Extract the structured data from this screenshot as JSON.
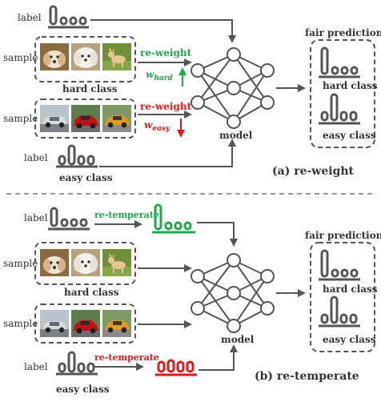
{
  "panel_a": {
    "label_top": "label",
    "sample_top": "sample",
    "hard_class": "hard class",
    "sample_bottom": "sample",
    "label_bottom": "label",
    "easy_class": "easy class",
    "reweight_top": "re-weight",
    "w_hard": "w",
    "w_hard_sub": "hard",
    "reweight_bottom": "re-weight",
    "w_easy": "w",
    "w_easy_sub": "easy",
    "model": "model",
    "fair_prediction": "fair prediction",
    "pred_hard": "hard class",
    "pred_easy": "easy class",
    "caption": "(a) re-weight"
  },
  "panel_b": {
    "label_top": "label",
    "sample_top": "sample",
    "hard_class": "hard class",
    "sample_bottom": "sample",
    "label_bottom": "label",
    "easy_class": "easy class",
    "retemp_top": "re-temperate",
    "retemp_bottom": "re-temperate",
    "model": "model",
    "fair_prediction": "fair prediction",
    "pred_hard": "hard class",
    "pred_easy": "easy class",
    "caption": "(b) re-temperate"
  },
  "colors": {
    "green": "#1fa84a",
    "red": "#e0191b",
    "gray": "#555555"
  }
}
